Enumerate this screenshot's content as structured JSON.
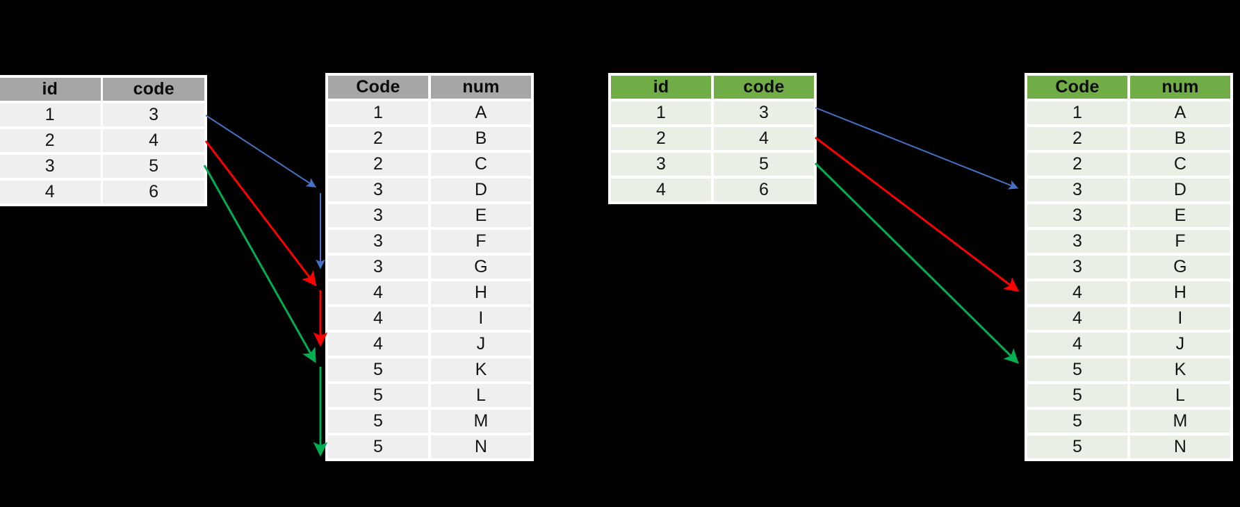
{
  "diagrams": [
    {
      "name": "left-diagram",
      "theme": "gray",
      "header_color": "#a6a6a6",
      "body_color": "#efefef",
      "source_table": {
        "name": "left-source-table",
        "columns": [
          "id",
          "code"
        ],
        "rows": [
          [
            "1",
            "3"
          ],
          [
            "2",
            "4"
          ],
          [
            "3",
            "5"
          ],
          [
            "4",
            "6"
          ]
        ]
      },
      "target_table": {
        "name": "left-target-table",
        "columns": [
          "Code",
          "num"
        ],
        "rows": [
          [
            "1",
            "A"
          ],
          [
            "2",
            "B"
          ],
          [
            "2",
            "C"
          ],
          [
            "3",
            "D"
          ],
          [
            "3",
            "E"
          ],
          [
            "3",
            "F"
          ],
          [
            "3",
            "G"
          ],
          [
            "4",
            "H"
          ],
          [
            "4",
            "I"
          ],
          [
            "4",
            "J"
          ],
          [
            "5",
            "K"
          ],
          [
            "5",
            "L"
          ],
          [
            "5",
            "M"
          ],
          [
            "5",
            "N"
          ]
        ]
      },
      "connectors": [
        {
          "name": "connector-blue",
          "color": "#4472c4",
          "from_row": "code=3",
          "to_range": "Code=3 rows D-G",
          "style": "range-bracket"
        },
        {
          "name": "connector-red",
          "color": "#ff0000",
          "from_row": "code=4",
          "to_range": "Code=4 rows H-J",
          "style": "range-bracket"
        },
        {
          "name": "connector-green",
          "color": "#00b050",
          "from_row": "code=5",
          "to_range": "Code=5 rows K-N",
          "style": "range-bracket"
        }
      ]
    },
    {
      "name": "right-diagram",
      "theme": "green",
      "header_color": "#70ad47",
      "body_color": "#e9efe4",
      "source_table": {
        "name": "right-source-table",
        "columns": [
          "id",
          "code"
        ],
        "rows": [
          [
            "1",
            "3"
          ],
          [
            "2",
            "4"
          ],
          [
            "3",
            "5"
          ],
          [
            "4",
            "6"
          ]
        ]
      },
      "target_table": {
        "name": "right-target-table",
        "columns": [
          "Code",
          "num"
        ],
        "rows": [
          [
            "1",
            "A"
          ],
          [
            "2",
            "B"
          ],
          [
            "2",
            "C"
          ],
          [
            "3",
            "D"
          ],
          [
            "3",
            "E"
          ],
          [
            "3",
            "F"
          ],
          [
            "3",
            "G"
          ],
          [
            "4",
            "H"
          ],
          [
            "4",
            "I"
          ],
          [
            "4",
            "J"
          ],
          [
            "5",
            "K"
          ],
          [
            "5",
            "L"
          ],
          [
            "5",
            "M"
          ],
          [
            "5",
            "N"
          ]
        ]
      },
      "connectors": [
        {
          "name": "connector-blue",
          "color": "#4472c4",
          "from_row": "code=3",
          "to_range": "Code=3 row D",
          "style": "single-arrow"
        },
        {
          "name": "connector-red",
          "color": "#ff0000",
          "from_row": "code=4",
          "to_range": "Code=4 row H",
          "style": "single-arrow"
        },
        {
          "name": "connector-green",
          "color": "#00b050",
          "from_row": "code=5",
          "to_range": "Code=5 row K",
          "style": "single-arrow"
        }
      ]
    }
  ],
  "colors": {
    "background": "#000000",
    "blue": "#4472c4",
    "red": "#ff0000",
    "green": "#00b050",
    "gray_header": "#a6a6a6",
    "gray_body": "#efefef",
    "green_header": "#70ad47",
    "green_body": "#e9efe4"
  }
}
